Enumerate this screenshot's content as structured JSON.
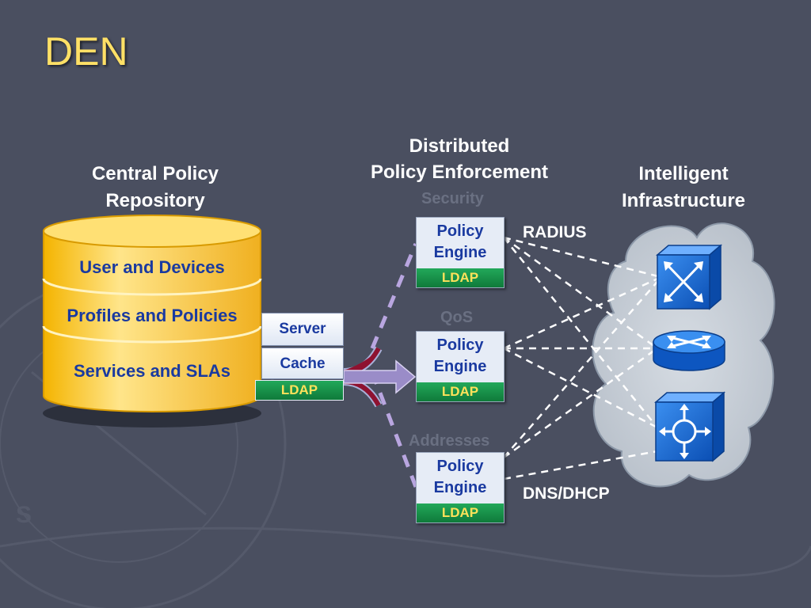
{
  "title": "DEN",
  "central": {
    "heading_line1": "Central Policy",
    "heading_line2": "Repository",
    "bands": [
      "User and Devices",
      "Profiles and Policies",
      "Services and SLAs"
    ]
  },
  "cache": {
    "server": "Server",
    "cache": "Cache",
    "ldap": "LDAP"
  },
  "distributed": {
    "heading_line1": "Distributed",
    "heading_line2": "Policy Enforcement",
    "engine_line1": "Policy",
    "engine_line2": "Engine",
    "ldap": "LDAP"
  },
  "infrastructure": {
    "heading_line1": "Intelligent",
    "heading_line2": "Infrastructure",
    "devices": [
      "switch-icon",
      "router-icon",
      "multilayer-switch-icon"
    ]
  },
  "protocols": {
    "top": "RADIUS",
    "bottom": "DNS/DHCP"
  },
  "background_words": [
    "Security",
    "QoS",
    "Addresses"
  ],
  "colors": {
    "background": "#4a4f60",
    "title": "#ffe066",
    "repository": "#fcd34d",
    "label_blue": "#1a3aa0",
    "ldap_green": "#159447",
    "ldap_text": "#ffe15a",
    "cloud": "#c9d0d8",
    "device_blue": "#1a6fd6"
  }
}
